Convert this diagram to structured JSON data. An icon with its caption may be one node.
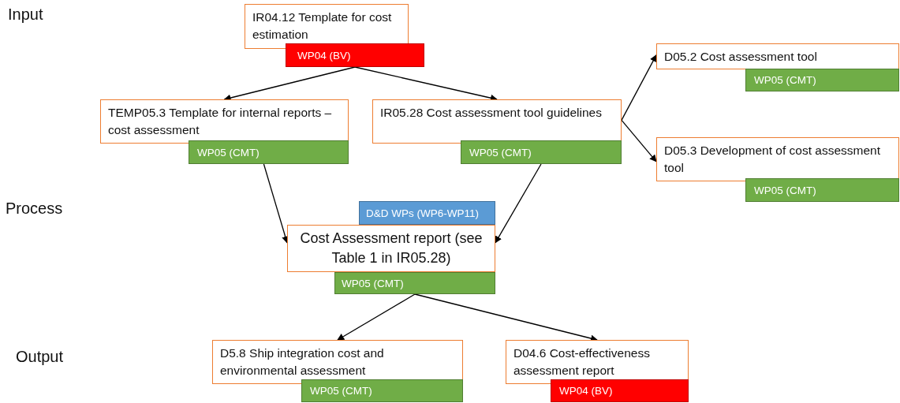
{
  "diagram": {
    "nodes": [
      {
        "text": [
          "IR04.12 Template for cost estimation"
        ]
      },
      {
        "text": [
          "WP04 (BV)"
        ]
      },
      {
        "text": [
          "D05.2 Cost assessment tool"
        ]
      },
      {
        "text": [
          "WP05 (CMT)"
        ]
      },
      {
        "text": [
          "TEMP05.3 Template for internal reports – cost assessment"
        ]
      },
      {
        "text": [
          "WP05 (CMT)"
        ]
      },
      {
        "text": [
          "IR05.28 Cost assessment tool guidelines"
        ]
      },
      {
        "text": [
          "WP05 (CMT)"
        ]
      },
      {
        "text": [
          "D05.3 Development of cost assessment tool"
        ]
      },
      {
        "text": [
          "WP05 (CMT)"
        ]
      },
      {
        "text": [
          "D&D WPs (WP6-WP11)"
        ]
      },
      {
        "text": [
          "Cost Assessment report (see Table 1 in IR05.28)"
        ]
      },
      {
        "text": [
          "WP05 (CMT)"
        ]
      },
      {
        "text": [
          "D5.8 Ship integration cost and environmental assessment"
        ]
      },
      {
        "text": [
          "WP05 (CMT)"
        ]
      },
      {
        "text": [
          "D04.6 Cost-effectiveness assessment report"
        ]
      },
      {
        "text": [
          "WP04 (BV)"
        ]
      }
    ],
    "edges": [
      {
        "from": 1,
        "to": 4,
        "arrow": "to"
      },
      {
        "from": 1,
        "to": 6,
        "arrow": "to"
      },
      {
        "from": 6,
        "to": 2,
        "arrow": "to"
      },
      {
        "from": 6,
        "to": 8,
        "arrow": "to"
      },
      {
        "from": 5,
        "to": 11,
        "arrow": "to"
      },
      {
        "from": 7,
        "to": 11,
        "arrow": "to"
      },
      {
        "from": 12,
        "to": 13,
        "arrow": "to"
      },
      {
        "from": 12,
        "to": 15,
        "arrow": "to"
      }
    ],
    "labels": [
      "Input",
      "Process",
      "Output"
    ]
  }
}
